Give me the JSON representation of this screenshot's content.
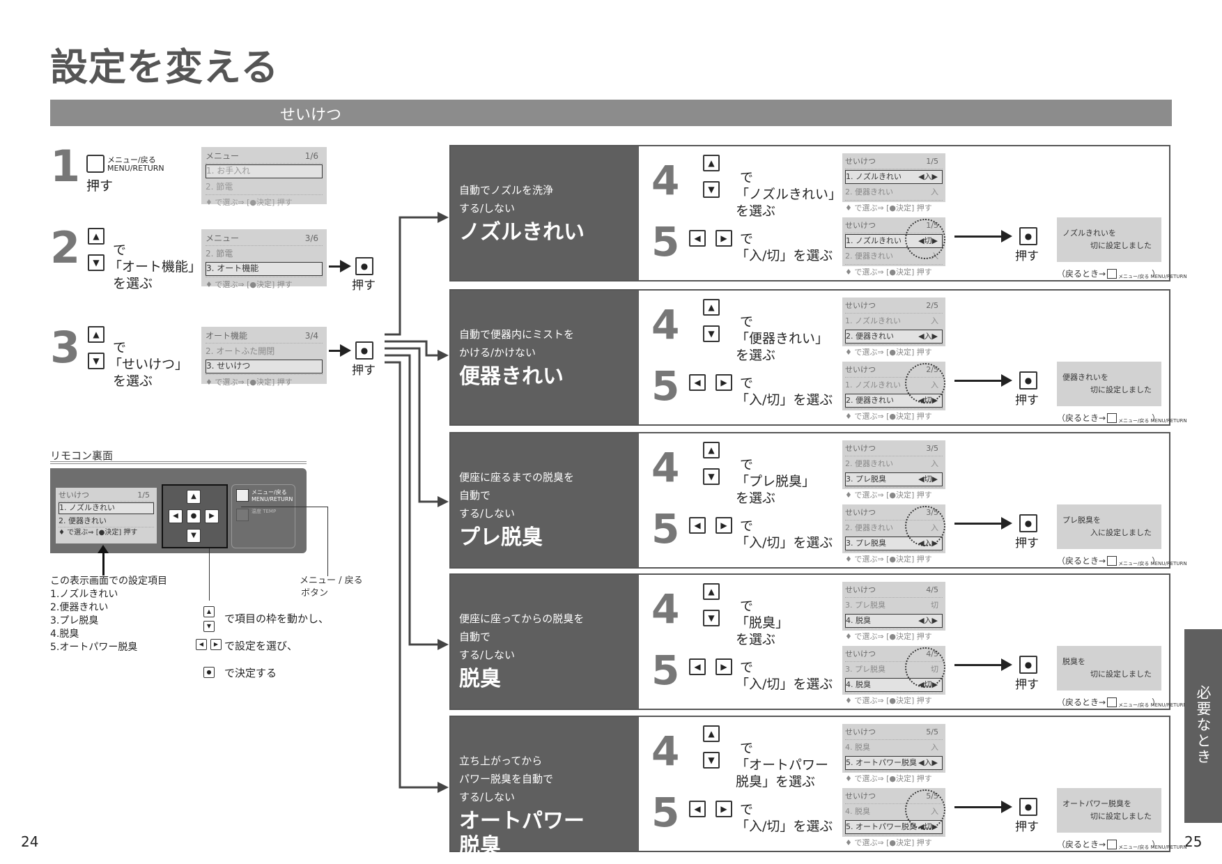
{
  "page": {
    "title": "設定を変える",
    "section": "せいけつ",
    "side_tab": "必要なとき",
    "page_left": "24",
    "page_right": "25"
  },
  "labels": {
    "push": "押す",
    "de": "で",
    "menu_return_small": "メニュー/戻る MENU/RETURN",
    "choose_onoff": "「入/切」を選ぶ"
  },
  "steps": {
    "s1": {
      "num": "1",
      "text": "押す"
    },
    "s2": {
      "num": "2",
      "line1": "で",
      "line2": "「オート機能」",
      "line3": "を選ぶ"
    },
    "s3": {
      "num": "3",
      "line1": "で",
      "line2": "「せいけつ」",
      "line3": "を選ぶ"
    }
  },
  "lcd1": {
    "head": "メニュー",
    "page": "1/6",
    "r1": "1. お手入れ",
    "r2": "2. 節電",
    "foot": "♦ で選ぶ⇒ [●決定] 押す"
  },
  "lcd2": {
    "head": "メニュー",
    "page": "3/6",
    "r1": "2. 節電",
    "r2": "3. オート機能",
    "foot": "♦ で選ぶ⇒ [●決定] 押す"
  },
  "lcd3": {
    "head": "オート機能",
    "page": "3/4",
    "r1": "2. オートふた開閉",
    "r2": "3. せいけつ",
    "foot": "♦ で選ぶ⇒ [●決定] 押す"
  },
  "remote": {
    "title": "リモコン裏面",
    "lcd_head": "せいけつ",
    "lcd_page": "1/5",
    "lcd_r1": "1. ノズルきれい",
    "lcd_r2": "2. 便器きれい",
    "lcd_foot": "♦ で選ぶ⇒ [●決定] 押す",
    "btn_menu": "メニュー/戻る MENU/RETURN",
    "btn_temp": "温度 TEMP",
    "items_title": "この表示画面での設定項目",
    "items": [
      "1.ノズルきれい",
      "2.便器きれい",
      "3.プレ脱臭",
      "4.脱臭",
      "5.オートパワー脱臭"
    ],
    "menu_button_label1": "メニュー / 戻る",
    "menu_button_label2": "ボタン",
    "legend1": "で項目の枠を動かし、",
    "legend2": "で設定を選び、",
    "legend3": "で決定する"
  },
  "panels": [
    {
      "desc": [
        "自動でノズルを洗浄",
        "する/しない"
      ],
      "name": [
        "ノズルきれい"
      ],
      "step4_text": [
        "で",
        "「ノズルきれい」",
        "を選ぶ"
      ],
      "lcdA": {
        "head": "せいけつ",
        "page": "1/5",
        "r1": "1. ノズルきれい",
        "r1tag": "◀入▶",
        "r2": "2. 便器きれい",
        "r2tag": "入",
        "foot": "♦ で選ぶ⇒ [●決定] 押す",
        "sel": 1
      },
      "lcdB": {
        "head": "せいけつ",
        "page": "1/5",
        "r1": "1. ノズルきれい",
        "r1tag": "◀切▶",
        "r2": "2. 便器きれい",
        "r2tag": "入",
        "foot": "♦ で選ぶ⇒ [●決定] 押す",
        "sel": 1
      },
      "result": [
        "ノズルきれいを",
        "切に設定しました"
      ],
      "back": "（戻るとき→"
    },
    {
      "desc": [
        "自動で便器内にミストを",
        "かける/かけない"
      ],
      "name": [
        "便器きれい"
      ],
      "step4_text": [
        "で",
        "「便器きれい」",
        "を選ぶ"
      ],
      "lcdA": {
        "head": "せいけつ",
        "page": "2/5",
        "r1": "1. ノズルきれい",
        "r1tag": "入",
        "r2": "2. 便器きれい",
        "r2tag": "◀入▶",
        "foot": "♦ で選ぶ⇒ [●決定] 押す",
        "sel": 2
      },
      "lcdB": {
        "head": "せいけつ",
        "page": "2/5",
        "r1": "1. ノズルきれい",
        "r1tag": "入",
        "r2": "2. 便器きれい",
        "r2tag": "◀切▶",
        "foot": "♦ で選ぶ⇒ [●決定] 押す",
        "sel": 2
      },
      "result": [
        "便器きれいを",
        "切に設定しました"
      ],
      "back": "（戻るとき→"
    },
    {
      "desc": [
        "便座に座るまでの脱臭を",
        "自動で",
        "する/しない"
      ],
      "name": [
        "プレ脱臭"
      ],
      "step4_text": [
        "で",
        "「プレ脱臭」",
        "を選ぶ"
      ],
      "lcdA": {
        "head": "せいけつ",
        "page": "3/5",
        "r1": "2. 便器きれい",
        "r1tag": "入",
        "r2": "3. プレ脱臭",
        "r2tag": "◀切▶",
        "foot": "♦ で選ぶ⇒ [●決定] 押す",
        "sel": 2
      },
      "lcdB": {
        "head": "せいけつ",
        "page": "3/5",
        "r1": "2. 便器きれい",
        "r1tag": "入",
        "r2": "3. プレ脱臭",
        "r2tag": "◀入▶",
        "foot": "♦ で選ぶ⇒ [●決定] 押す",
        "sel": 2
      },
      "result": [
        "プレ脱臭を",
        "入に設定しました"
      ],
      "back": "（戻るとき→"
    },
    {
      "desc": [
        "便座に座ってからの脱臭を",
        "自動で",
        "する/しない"
      ],
      "name": [
        "脱臭"
      ],
      "step4_text": [
        "で",
        "「脱臭」",
        "を選ぶ"
      ],
      "lcdA": {
        "head": "せいけつ",
        "page": "4/5",
        "r1": "3. プレ脱臭",
        "r1tag": "切",
        "r2": "4. 脱臭",
        "r2tag": "◀入▶",
        "foot": "♦ で選ぶ⇒ [●決定] 押す",
        "sel": 2
      },
      "lcdB": {
        "head": "せいけつ",
        "page": "4/5",
        "r1": "3. プレ脱臭",
        "r1tag": "切",
        "r2": "4. 脱臭",
        "r2tag": "◀切▶",
        "foot": "♦ で選ぶ⇒ [●決定] 押す",
        "sel": 2
      },
      "result": [
        "脱臭を",
        "切に設定しました"
      ],
      "back": "（戻るとき→"
    },
    {
      "desc": [
        "立ち上がってから",
        "パワー脱臭を自動で",
        "する/しない"
      ],
      "name": [
        "オートパワー",
        "脱臭"
      ],
      "step4_text": [
        "で",
        "「オートパワー",
        "脱臭」を選ぶ"
      ],
      "lcdA": {
        "head": "せいけつ",
        "page": "5/5",
        "r1": "4. 脱臭",
        "r1tag": "入",
        "r2": "5. オートパワー脱臭",
        "r2tag": "◀入▶",
        "foot": "♦ で選ぶ⇒ [●決定] 押す",
        "sel": 2
      },
      "lcdB": {
        "head": "せいけつ",
        "page": "5/5",
        "r1": "4. 脱臭",
        "r1tag": "入",
        "r2": "5. オートパワー脱臭",
        "r2tag": "◀切▶",
        "foot": "♦ で選ぶ⇒ [●決定] 押す",
        "sel": 2
      },
      "result": [
        "オートパワー脱臭を",
        "切に設定しました"
      ],
      "back": "（戻るとき→"
    }
  ]
}
